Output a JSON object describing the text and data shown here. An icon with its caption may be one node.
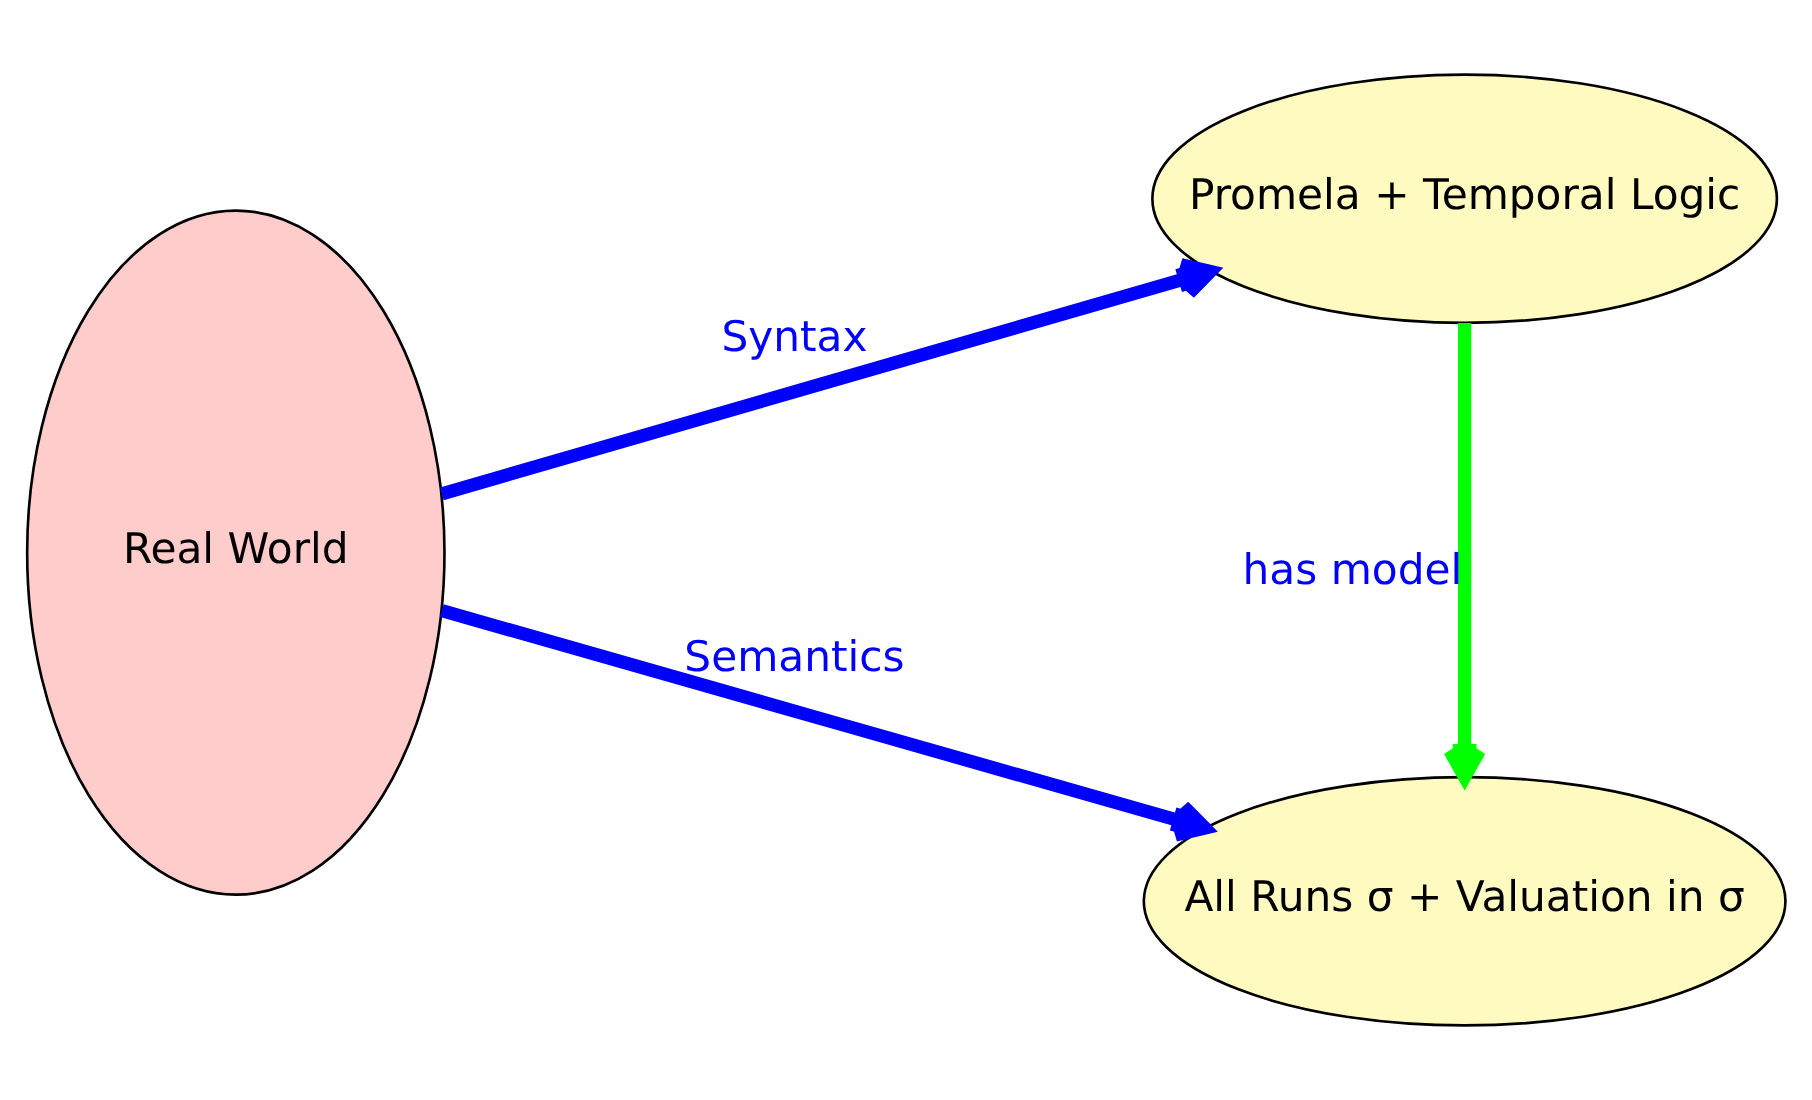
{
  "diagram": {
    "nodes": [
      {
        "text": [
          "Real World"
        ]
      },
      {
        "text": [
          "Promela + Temporal Logic"
        ]
      },
      {
        "text": [
          "All Runs σ + Valuation in σ"
        ]
      }
    ],
    "edges": [
      {
        "from": 0,
        "to": 1,
        "arrow": "to",
        "label": "Syntax"
      },
      {
        "from": 0,
        "to": 2,
        "arrow": "to",
        "label": "Semantics"
      },
      {
        "from": 1,
        "to": 2,
        "arrow": "to",
        "label": "has model",
        "color": "#00ff00"
      }
    ]
  }
}
